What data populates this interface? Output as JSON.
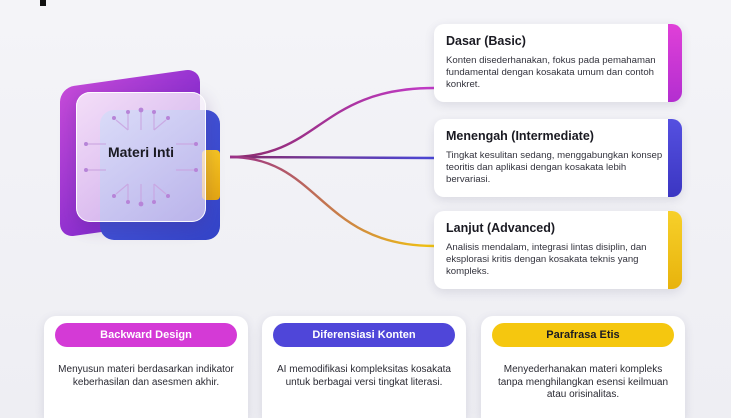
{
  "core": {
    "label": "Materi Inti"
  },
  "levels": [
    {
      "title": "Dasar (Basic)",
      "description": "Konten disederhanakan, fokus pada pemahaman fundamental dengan kosakata umum dan contoh konkret.",
      "color": "#d03ad6"
    },
    {
      "title": "Menengah (Intermediate)",
      "description": "Tingkat kesulitan sedang, menggabungkan konsep teoritis dan aplikasi dengan kosakata lebih bervariasi.",
      "color": "#4a47d6"
    },
    {
      "title": "Lanjut (Advanced)",
      "description": "Analisis mendalam, integrasi lintas disiplin, dan eksplorasi kritis dengan kosakata teknis yang kompleks.",
      "color": "#f2c40f"
    }
  ],
  "principles": [
    {
      "title": "Backward Design",
      "description": "Menyusun materi berdasarkan indikator keberhasilan dan asesmen akhir.",
      "color": "#d43ad6"
    },
    {
      "title": "Diferensiasi Konten",
      "description": "AI memodifikasi kompleksitas kosakata untuk berbagai versi tingkat literasi.",
      "color": "#4f46d9"
    },
    {
      "title": "Parafrasa Etis",
      "description": "Menyederhanakan materi kompleks tanpa menghilangkan esensi keilmuan atau orisinalitas.",
      "color": "#f5c70f"
    }
  ]
}
